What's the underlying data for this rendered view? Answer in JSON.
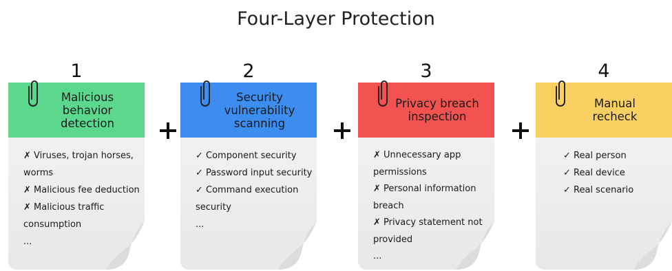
{
  "title": "Four-Layer Protection",
  "colors": {
    "green": "#5cd88e",
    "blue": "#3d8cf0",
    "red": "#f25350",
    "yellow": "#fbd062"
  },
  "cards": [
    {
      "number": "1",
      "label": "Malicious\nbehavior\ndetection",
      "color": "#5cd88e",
      "lines": [
        "✗ Viruses, trojan horses,",
        "worms",
        "✗ Malicious fee deduction",
        "✗ Malicious traffic",
        "consumption",
        "   ..."
      ]
    },
    {
      "number": "2",
      "label": "Security\nvulnerability\nscanning",
      "color": "#3d8cf0",
      "lines": [
        "✓ Component security",
        "✓ Password input security",
        "✓ Command execution",
        "security",
        "   ..."
      ]
    },
    {
      "number": "3",
      "label": "Privacy breach\ninspection",
      "color": "#f25350",
      "lines": [
        "✗ Unnecessary app",
        "permissions",
        "✗ Personal information",
        "breach",
        "✗ Privacy statement not",
        "provided",
        "   ..."
      ]
    },
    {
      "number": "4",
      "label": "Manual\nrecheck",
      "color": "#fbd062",
      "lines": [
        "✓ Real person",
        "✓ Real device",
        "✓ Real scenario"
      ]
    }
  ]
}
